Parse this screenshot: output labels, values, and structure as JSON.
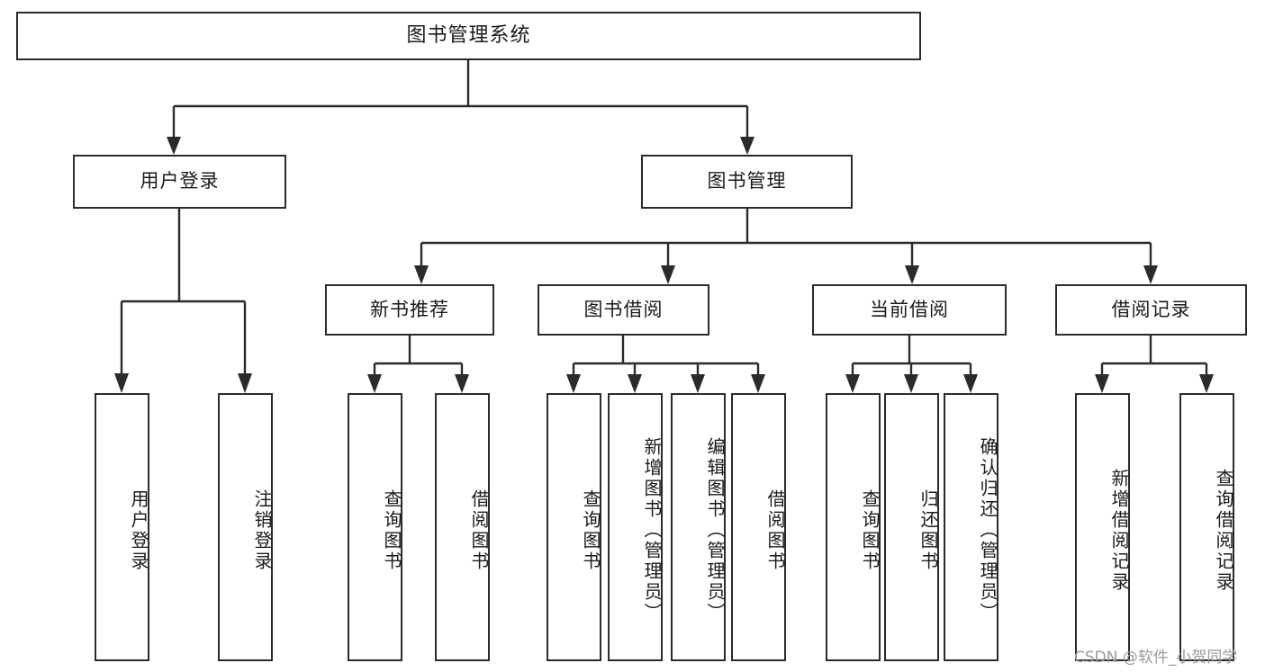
{
  "diagram": {
    "title": "图书管理系统",
    "type": "tree-hierarchy",
    "root": {
      "label": "图书管理系统"
    },
    "level1": [
      {
        "label": "用户登录"
      },
      {
        "label": "图书管理"
      }
    ],
    "level2": [
      {
        "label": "新书推荐"
      },
      {
        "label": "图书借阅"
      },
      {
        "label": "当前借阅"
      },
      {
        "label": "借阅记录"
      }
    ],
    "leaves_user_login": [
      {
        "label": "用户登录"
      },
      {
        "label": "注销登录"
      }
    ],
    "leaves_new_book": [
      {
        "label": "查询图书"
      },
      {
        "label": "借阅图书"
      }
    ],
    "leaves_borrow": [
      {
        "label": "查询图书"
      },
      {
        "label": "新增图书（管理员）"
      },
      {
        "label": "编辑图书（管理员）"
      },
      {
        "label": "借阅图书"
      }
    ],
    "leaves_current": [
      {
        "label": "查询图书"
      },
      {
        "label": "归还图书"
      },
      {
        "label": "确认归还（管理员）"
      }
    ],
    "leaves_records": [
      {
        "label": "新增借阅记录"
      },
      {
        "label": "查询借阅记录"
      }
    ]
  },
  "watermark": {
    "text": "CSDN @软件_小贺同学"
  },
  "colors": {
    "stroke": "#2b2b2b",
    "background": "#ffffff",
    "text": "#1b1b1b",
    "watermark": "#9a9a9a"
  }
}
